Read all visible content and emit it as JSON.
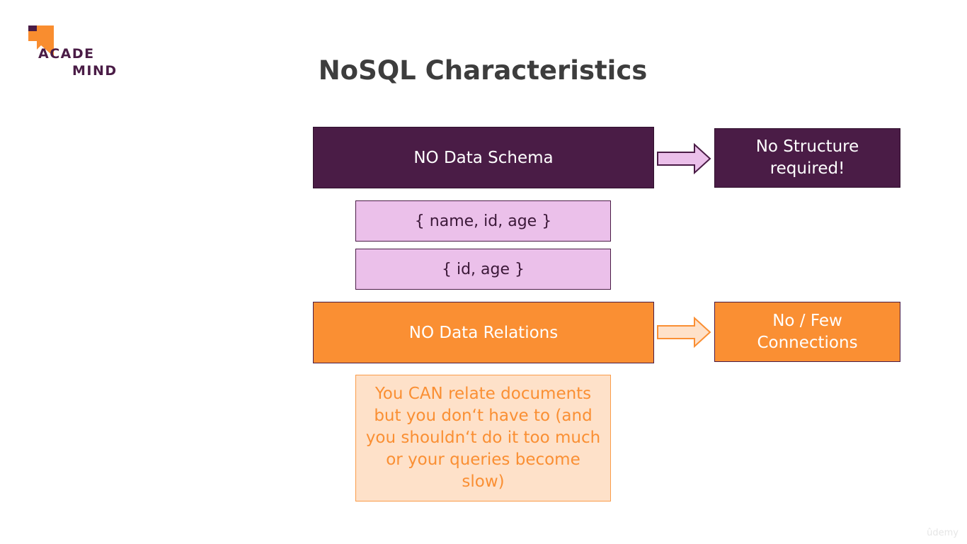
{
  "logo": {
    "line1": "ACADE",
    "line2": "MIND"
  },
  "title": "NoSQL Characteristics",
  "schema": {
    "label": "NO Data Schema",
    "result_line1": "No Structure",
    "result_line2": "required!",
    "documents": [
      "{ name, id, age }",
      "{ id, age }"
    ]
  },
  "relations": {
    "label": "NO Data Relations",
    "result_line1": "No / Few",
    "result_line2": "Connections",
    "note_lines": [
      "You CAN relate documents",
      "but you don‘t have to (and",
      "you shouldn‘t do it too much",
      "or your queries become",
      "slow)"
    ]
  },
  "watermark": "ûdemy",
  "colors": {
    "purple": "#4a1c46",
    "pink": "#ebc0ea",
    "orange": "#fa8f33",
    "note_bg": "#fee1c9",
    "title": "#3d3d3d"
  }
}
